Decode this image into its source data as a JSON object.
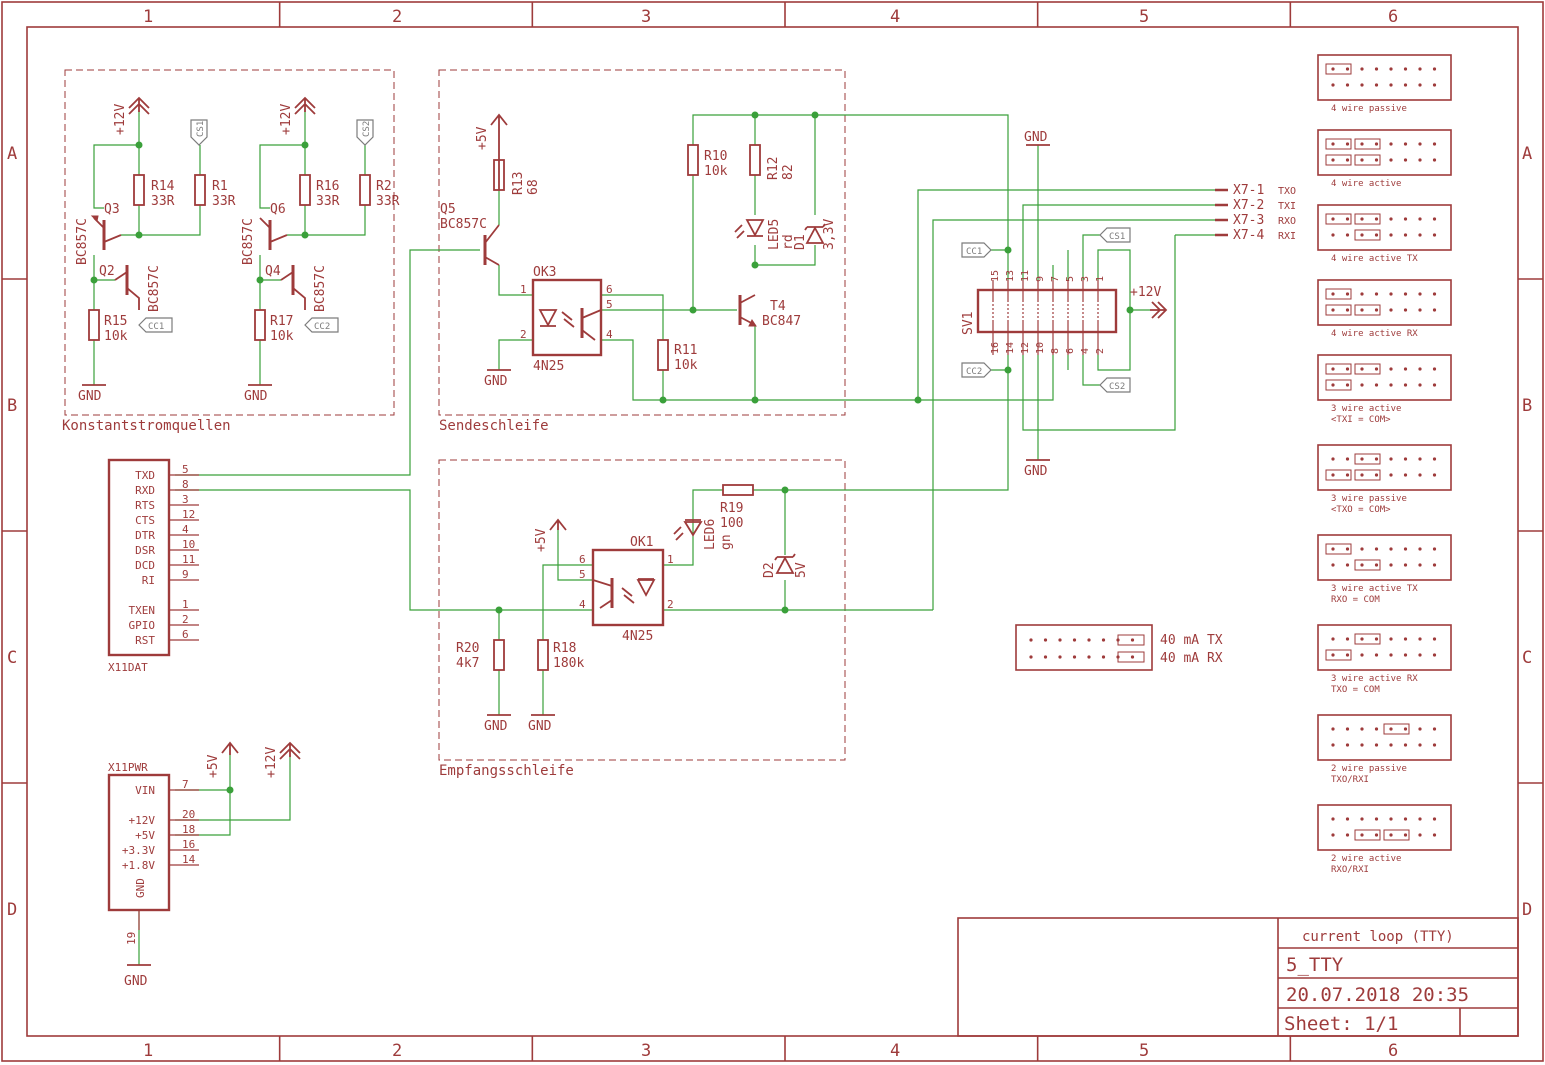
{
  "frame": {
    "columns": [
      "1",
      "2",
      "3",
      "4",
      "5",
      "6"
    ],
    "rows": [
      "A",
      "B",
      "C",
      "D"
    ]
  },
  "groups": {
    "constant_current": "Konstantstromquellen",
    "send_loop": "Sendeschleife",
    "receive_loop": "Empfangsschleife"
  },
  "power": {
    "p12v": "+12V",
    "p5v": "+5V",
    "gnd": "GND",
    "v12_right": "+12V"
  },
  "components": {
    "Q3": {
      "name": "Q3",
      "type": "BC857C"
    },
    "Q2": {
      "name": "Q2",
      "type": "BC857C"
    },
    "Q6": {
      "name": "Q6",
      "type": "BC857C"
    },
    "Q4": {
      "name": "Q4",
      "type": "BC857C"
    },
    "Q5": {
      "name": "Q5",
      "type": "BC857C"
    },
    "T4": {
      "name": "T4",
      "type": "BC847"
    },
    "R14": {
      "name": "R14",
      "value": "33R"
    },
    "R1": {
      "name": "R1",
      "value": "33R"
    },
    "R16": {
      "name": "R16",
      "value": "33R"
    },
    "R2": {
      "name": "R2",
      "value": "33R"
    },
    "R15": {
      "name": "R15",
      "value": "10k"
    },
    "R17": {
      "name": "R17",
      "value": "10k"
    },
    "R13": {
      "name": "R13",
      "value": "68"
    },
    "R10": {
      "name": "R10",
      "value": "10k"
    },
    "R12": {
      "name": "R12",
      "value": "82"
    },
    "R11": {
      "name": "R11",
      "value": "10k"
    },
    "R19": {
      "name": "R19",
      "value": "100"
    },
    "R20": {
      "name": "R20",
      "value": "4k7"
    },
    "R18": {
      "name": "R18",
      "value": "180k"
    },
    "LED5": {
      "name": "LED5",
      "value": "rd"
    },
    "LED6": {
      "name": "LED6",
      "value": "gn"
    },
    "D1": {
      "name": "D1",
      "value": "3,3V"
    },
    "D2": {
      "name": "D2",
      "value": "5V"
    },
    "OK3": {
      "name": "OK3",
      "type": "4N25"
    },
    "OK1": {
      "name": "OK1",
      "type": "4N25"
    },
    "SV1": {
      "name": "SV1"
    }
  },
  "opto_pins": {
    "OK3": [
      "1",
      "2",
      "6",
      "5",
      "4"
    ],
    "OK1": [
      "6",
      "5",
      "4",
      "1",
      "2"
    ]
  },
  "flags": {
    "cs1": "CS1",
    "cs2": "CS2",
    "cc1": "CC1",
    "cc2": "CC2"
  },
  "sv1_pins_top": [
    "15",
    "13",
    "11",
    "9",
    "7",
    "5",
    "3",
    "1"
  ],
  "sv1_pins_bottom": [
    "16",
    "14",
    "12",
    "10",
    "8",
    "6",
    "4",
    "2"
  ],
  "x7_outputs": [
    {
      "label": "X7-1",
      "signal": "TXO"
    },
    {
      "label": "X7-2",
      "signal": "TXI"
    },
    {
      "label": "X7-3",
      "signal": "RXO"
    },
    {
      "label": "X7-4",
      "signal": "RXI"
    }
  ],
  "x11dat": {
    "name": "X11DAT",
    "pins": [
      {
        "label": "TXD",
        "num": "5"
      },
      {
        "label": "RXD",
        "num": "8"
      },
      {
        "label": "RTS",
        "num": "3"
      },
      {
        "label": "CTS",
        "num": "12"
      },
      {
        "label": "DTR",
        "num": "4"
      },
      {
        "label": "DSR",
        "num": "10"
      },
      {
        "label": "DCD",
        "num": "11"
      },
      {
        "label": "RI",
        "num": "9"
      },
      {
        "label": "TXEN",
        "num": "1"
      },
      {
        "label": "GPIO",
        "num": "2"
      },
      {
        "label": "RST",
        "num": "6"
      }
    ]
  },
  "x11pwr": {
    "name": "X11PWR",
    "pins": [
      {
        "label": "VIN",
        "num": "7"
      },
      {
        "label": "+12V",
        "num": "20"
      },
      {
        "label": "+5V",
        "num": "18"
      },
      {
        "label": "+3.3V",
        "num": "16"
      },
      {
        "label": "+1.8V",
        "num": "14"
      }
    ],
    "gnd_label": "GND",
    "gnd_pin": "19"
  },
  "jumper_configs": [
    {
      "line1": "4 wire passive",
      "line2": ""
    },
    {
      "line1": "4 wire active",
      "line2": ""
    },
    {
      "line1": "4 wire active TX",
      "line2": ""
    },
    {
      "line1": "4 wire active RX",
      "line2": ""
    },
    {
      "line1": "3 wire active",
      "line2": "<TXI = COM>"
    },
    {
      "line1": "3 wire passive",
      "line2": "<TXO = COM>"
    },
    {
      "line1": "3 wire active TX",
      "line2": "RXO = COM"
    },
    {
      "line1": "3 wire active RX",
      "line2": "TXO = COM"
    },
    {
      "line1": "2 wire passive",
      "line2": "TXO/RXI"
    },
    {
      "line1": "2 wire active",
      "line2": "RXO/RXI"
    }
  ],
  "current_jumper": {
    "tx": "40 mA TX",
    "rx": "40 mA RX"
  },
  "title_block": {
    "description": "current loop (TTY)",
    "name": "5_TTY",
    "date": "20.07.2018 20:35",
    "sheet": "Sheet: 1/1"
  }
}
